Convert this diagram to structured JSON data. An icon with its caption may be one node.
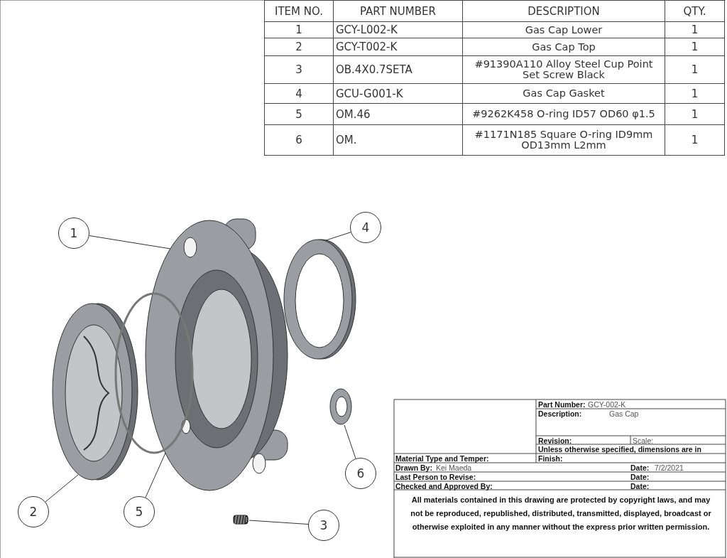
{
  "diagram": {
    "nodes": [
      {
        "text": [
          "1"
        ]
      },
      {
        "text": [],
        "shape": "picture"
      },
      {
        "text": [
          "4"
        ]
      },
      {
        "text": [],
        "shape": "picture"
      },
      {
        "text": [],
        "shape": "picture"
      },
      {
        "text": [],
        "shape": "picture"
      },
      {
        "text": [],
        "shape": "picture"
      },
      {
        "text": [
          "6"
        ]
      },
      {
        "text": [
          "2"
        ]
      },
      {
        "text": [
          "5"
        ]
      },
      {
        "text": [],
        "shape": "picture"
      },
      {
        "text": [
          "3"
        ]
      }
    ],
    "edges": [
      {
        "from": 0,
        "to": 1,
        "arrow": "none"
      },
      {
        "from": 2,
        "to": 3,
        "arrow": "none"
      },
      {
        "from": 8,
        "to": 4,
        "arrow": "none"
      },
      {
        "from": 9,
        "to": 5,
        "arrow": "none"
      },
      {
        "from": 7,
        "to": 6,
        "arrow": "none"
      },
      {
        "from": 11,
        "to": 10,
        "arrow": "none"
      }
    ],
    "labels": [
      "ITEM NO.",
      "PART NUMBER",
      "DESCRIPTION",
      "QTY.",
      "1",
      "GCY-L002-K",
      "Gas Cap Lower",
      "1",
      "2",
      "GCY-T002-K",
      "Gas Cap Top",
      "1",
      "3",
      "OB.4X0.7SETA",
      "#91390A110 Alloy Steel Cup Point Set Screw Black",
      "1",
      "4",
      "GCU-G001-K",
      "Gas Cap Gasket",
      "1",
      "5",
      "OM.46",
      "#9262K458 O-ring ID57 OD60 φ1.5",
      "1",
      "6",
      "OM.",
      "#1171N185 Square O-ring ID9mm OD13mm L2mm",
      "1",
      "Part Number:",
      "GCY-002-K",
      "Description:",
      "Gas Cap",
      "Revision:",
      "Scale:",
      "Unless otherwise specified, dimensions are in",
      "Material Type and Temper:",
      "Finish:",
      "Drawn By:",
      "Kei Maeda",
      "Date:",
      "7/2/2021",
      "Last Person to Revise:",
      "Date:",
      "Checked and Approved By:",
      "Date:",
      "All materials contained in this drawing are protected by copyright laws, and may not be reproduced, republished, distributed, transmitted, displayed, broadcast or otherwise exploited in any manner without the express prior written permission."
    ]
  }
}
